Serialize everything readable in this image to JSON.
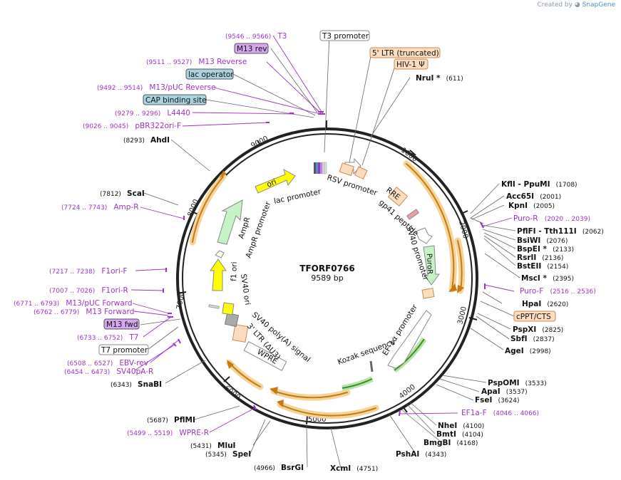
{
  "plasmid": {
    "name": "TFORF0766",
    "length_label": "9589 bp",
    "total_bp": 9589
  },
  "credit": {
    "prefix": "Created by",
    "brand": "SnapGene"
  },
  "colors": {
    "backbone": "#222222",
    "primer": "#9d33c9",
    "feature_box_fill": "#fbdcc0",
    "feature_box_stroke": "#c98a56",
    "blue_box_fill": "#a9d3de",
    "purple_box_fill": "#d6a6ef",
    "white_box_fill": "#ffffff",
    "orange_arc": "#e8a430",
    "green_arrow": "#c6f2c6",
    "yellow_arrow": "#ffff00"
  },
  "tick_labels": [
    "1000",
    "2000",
    "3000",
    "4000",
    "5000",
    "6000",
    "7000",
    "8000",
    "9000"
  ],
  "features_outside": [
    {
      "text": "T3 promoter",
      "style": "white"
    },
    {
      "text": "5' LTR (truncated)",
      "style": "orange"
    },
    {
      "text": "HIV-1 Ψ",
      "style": "orange"
    },
    {
      "text": "cPPT/CTS",
      "style": "orange"
    },
    {
      "text": "M13 rev",
      "style": "purple"
    },
    {
      "text": "lac operator",
      "style": "blue"
    },
    {
      "text": "CAP binding site",
      "style": "blue"
    },
    {
      "text": "M13 fwd",
      "style": "purple"
    },
    {
      "text": "T7 promoter",
      "style": "white"
    }
  ],
  "primers": [
    {
      "range": "(9546 .. 9566)",
      "name": "T3"
    },
    {
      "range": "(9511 .. 9527)",
      "name": "M13 Reverse"
    },
    {
      "range": "(9492 .. 9514)",
      "name": "M13/pUC Reverse"
    },
    {
      "range": "(9279 .. 9296)",
      "name": "L4440"
    },
    {
      "range": "(9026 .. 9045)",
      "name": "pBR322ori-F"
    },
    {
      "range": "(7724 .. 7743)",
      "name": "Amp-R"
    },
    {
      "range": "(7217 .. 7238)",
      "name": "F1ori-F"
    },
    {
      "range": "(7007 .. 7026)",
      "name": "F1ori-R"
    },
    {
      "range": "(6771 .. 6793)",
      "name": "M13/pUC Forward"
    },
    {
      "range": "(6762 .. 6779)",
      "name": "M13 Forward"
    },
    {
      "range": "(6733 .. 6752)",
      "name": "T7"
    },
    {
      "range": "(6508 .. 6527)",
      "name": "EBV-rev"
    },
    {
      "range": "(6454 .. 6473)",
      "name": "SV40pA-R"
    },
    {
      "range": "(5499 .. 5519)",
      "name": "WPRE-R"
    },
    {
      "range": "(2020 .. 2039)",
      "name": "Puro-R"
    },
    {
      "range": "(2516 .. 2536)",
      "name": "Puro-F"
    },
    {
      "range": "(4046 .. 4066)",
      "name": "EF1a-F"
    }
  ],
  "sites": [
    {
      "name": "NruI *",
      "pos": "(611)"
    },
    {
      "name": "KflI  - PpuMI",
      "pos": "(1708)"
    },
    {
      "name": "Acc65I",
      "pos": "(2001)"
    },
    {
      "name": "KpnI",
      "pos": "(2005)"
    },
    {
      "name": "PflFI  - Tth111I",
      "pos": "(2062)"
    },
    {
      "name": "BsiWI",
      "pos": "(2076)"
    },
    {
      "name": "BspEI *",
      "pos": "(2133)"
    },
    {
      "name": "RsrII",
      "pos": "(2136)"
    },
    {
      "name": "BstEII",
      "pos": "(2154)"
    },
    {
      "name": "MscI *",
      "pos": "(2395)"
    },
    {
      "name": "HpaI",
      "pos": "(2620)"
    },
    {
      "name": "PspXI",
      "pos": "(2825)"
    },
    {
      "name": "SbfI",
      "pos": "(2837)"
    },
    {
      "name": "AgeI",
      "pos": "(2998)"
    },
    {
      "name": "PspOMI",
      "pos": "(3533)"
    },
    {
      "name": "ApaI",
      "pos": "(3537)"
    },
    {
      "name": "FseI",
      "pos": "(3624)"
    },
    {
      "name": "NheI",
      "pos": "(4100)"
    },
    {
      "name": "BmtI",
      "pos": "(4104)"
    },
    {
      "name": "BmgBI",
      "pos": "(4168)"
    },
    {
      "name": "PshAI",
      "pos": "(4343)"
    },
    {
      "name": "XcmI",
      "pos": "(4751)"
    },
    {
      "name": "BsrGI",
      "pos": "(4966)"
    },
    {
      "name": "SpeI",
      "pos": "(5345)"
    },
    {
      "name": "MluI",
      "pos": "(5431)"
    },
    {
      "name": "PflMI",
      "pos": "(5687)"
    },
    {
      "name": "SnaBI",
      "pos": "(6343)"
    },
    {
      "name": "ScaI",
      "pos": "(7812)"
    },
    {
      "name": "AhdI",
      "pos": "(8293)"
    }
  ],
  "inner_labels": [
    "ori",
    "lac promoter",
    "RSV promoter",
    "AmpR",
    "AmpR promoter",
    "RRE",
    "gp41 peptide",
    "SV40 promoter",
    "PuroR",
    "f1 ori",
    "SV40 ori",
    "SV40 poly(A) signal",
    "3' LTR (ΔU3)",
    "WPRE",
    "Kozak sequence",
    "EF-1α promoter"
  ]
}
